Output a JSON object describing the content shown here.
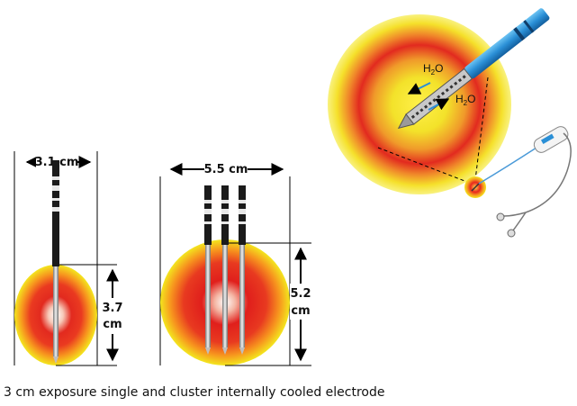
{
  "labels": {
    "single_width": "3.1 cm",
    "single_height_value": "3.7",
    "single_height_unit": "cm",
    "cluster_width": "5.5 cm",
    "cluster_height_value": "5.2",
    "cluster_height_unit": "cm",
    "water_in": "H",
    "water_in_sub": "2",
    "water_in_tail": "O",
    "water_out": "H",
    "water_out_sub": "2",
    "water_out_tail": "O"
  },
  "caption": "3 cm exposure single and cluster internally cooled electrode",
  "colors": {
    "core": "#ffffff",
    "inner": "#e8201e",
    "mid": "#f58a1f",
    "outer": "#f4ea1c",
    "electrode_blue": "#2a8fd6"
  }
}
